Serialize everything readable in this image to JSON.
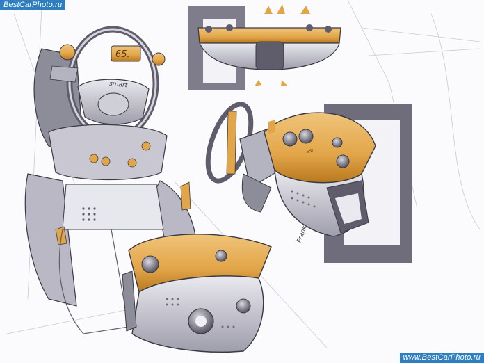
{
  "watermark_top": "BestCarPhoto.ru",
  "watermark_bottom": "www.BestCarPhoto.ru",
  "speed_readout": "65.",
  "wheel_badge": "smart",
  "pod_label": "SSL",
  "signature": "Frank",
  "colors": {
    "paper": "#fbfbfd",
    "marker_orange": "#e2a548",
    "marker_orange_dark": "#b8781f",
    "cool_grey": "#8d8c99",
    "dark_grey": "#5f5d6c",
    "ink": "#3a3a44",
    "watermark_blue": "#2f7fc0"
  }
}
